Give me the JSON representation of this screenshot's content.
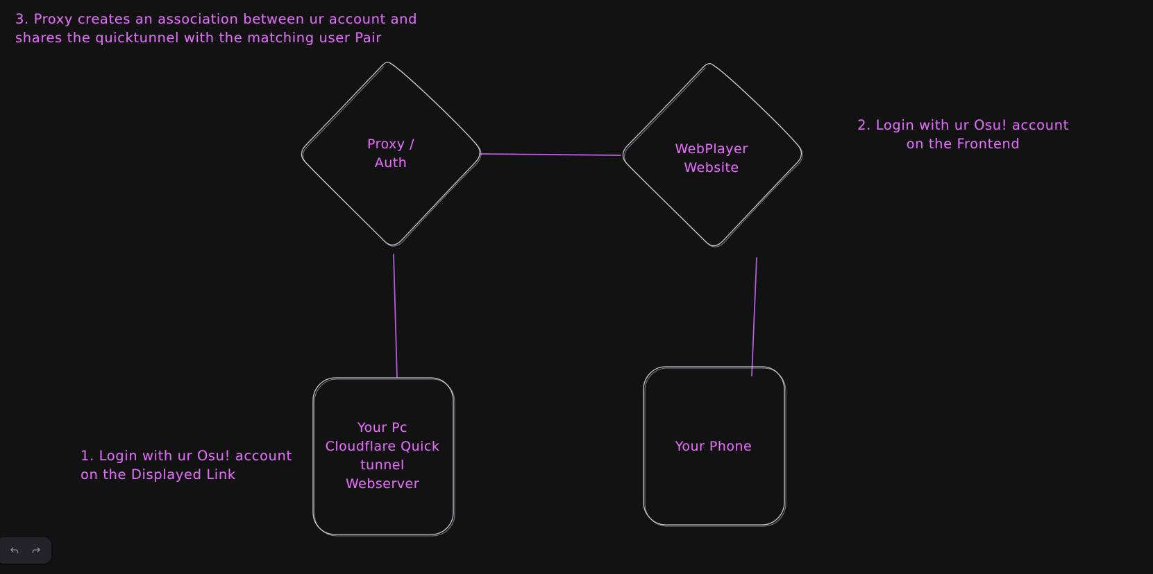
{
  "app": {
    "name": "excalidraw-canvas",
    "background_color": "#121212",
    "stroke_color": "#ced4da",
    "accent_color": "#d96ef0",
    "connector_color": "#c061e8"
  },
  "notes": [
    {
      "id": "note-3",
      "text": "3. Proxy creates an association between ur account and\nshares the quicktunnel with the matching user Pair",
      "align": "left"
    },
    {
      "id": "note-2",
      "text": "2. Login with ur Osu! account\non the Frontend",
      "align": "center"
    },
    {
      "id": "note-1",
      "text": "1. Login with ur Osu! account\non the Displayed Link",
      "align": "left"
    }
  ],
  "shapes": [
    {
      "id": "proxy-auth",
      "type": "diamond",
      "label": "Proxy /\nAuth"
    },
    {
      "id": "webplayer-website",
      "type": "diamond",
      "label": "WebPlayer\nWebsite"
    },
    {
      "id": "your-pc",
      "type": "rounded-rectangle",
      "label": "Your Pc\nCloudflare Quick\ntunnel\nWebserver"
    },
    {
      "id": "your-phone",
      "type": "rounded-rectangle",
      "label": "Your Phone"
    }
  ],
  "connectors": [
    {
      "id": "proxy-to-webplayer",
      "from": "proxy-auth",
      "to": "webplayer-website"
    },
    {
      "id": "proxy-to-pc",
      "from": "proxy-auth",
      "to": "your-pc"
    },
    {
      "id": "webplayer-to-phone",
      "from": "webplayer-website",
      "to": "your-phone"
    }
  ],
  "toolbar": {
    "undo_label": "Undo",
    "redo_label": "Redo",
    "undo_icon": "undo-arrow-icon",
    "redo_icon": "redo-arrow-icon"
  }
}
